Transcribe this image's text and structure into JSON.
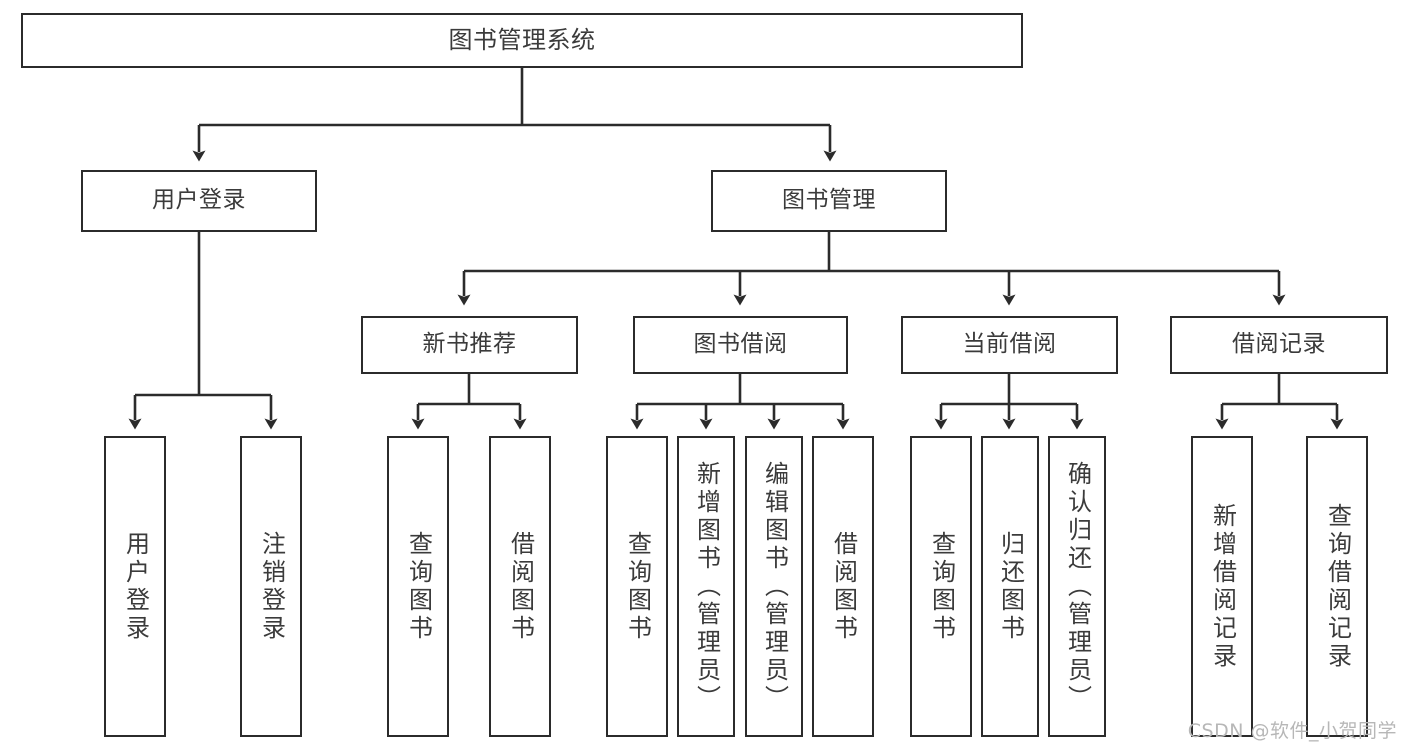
{
  "diagram": {
    "type": "tree",
    "title": "图书管理系统",
    "watermark": "CSDN @软件_小贺同学",
    "colors": {
      "box_border": "#2b2b2b",
      "box_fill": "#ffffff",
      "text": "#3b3b3b",
      "edge": "#2b2b2b",
      "watermark": "#b7b7b7",
      "background": "#ffffff"
    },
    "nodes": {
      "root": {
        "label": "图书管理系统"
      },
      "level2": [
        {
          "label": "用户登录"
        },
        {
          "label": "图书管理"
        }
      ],
      "level3": [
        {
          "label": "新书推荐"
        },
        {
          "label": "图书借阅"
        },
        {
          "label": "当前借阅"
        },
        {
          "label": "借阅记录"
        }
      ],
      "leaves": [
        {
          "label": "用户登录",
          "parent": "用户登录"
        },
        {
          "label": "注销登录",
          "parent": "用户登录"
        },
        {
          "label": "查询图书",
          "parent": "新书推荐"
        },
        {
          "label": "借阅图书",
          "parent": "新书推荐"
        },
        {
          "label": "查询图书",
          "parent": "图书借阅"
        },
        {
          "label": "新增图书（管理员）",
          "parent": "图书借阅"
        },
        {
          "label": "编辑图书（管理员）",
          "parent": "图书借阅"
        },
        {
          "label": "借阅图书",
          "parent": "图书借阅"
        },
        {
          "label": "查询图书",
          "parent": "当前借阅"
        },
        {
          "label": "归还图书",
          "parent": "当前借阅"
        },
        {
          "label": "确认归还（管理员）",
          "parent": "当前借阅"
        },
        {
          "label": "新增借阅记录",
          "parent": "借阅记录"
        },
        {
          "label": "查询借阅记录",
          "parent": "借阅记录"
        }
      ]
    }
  }
}
